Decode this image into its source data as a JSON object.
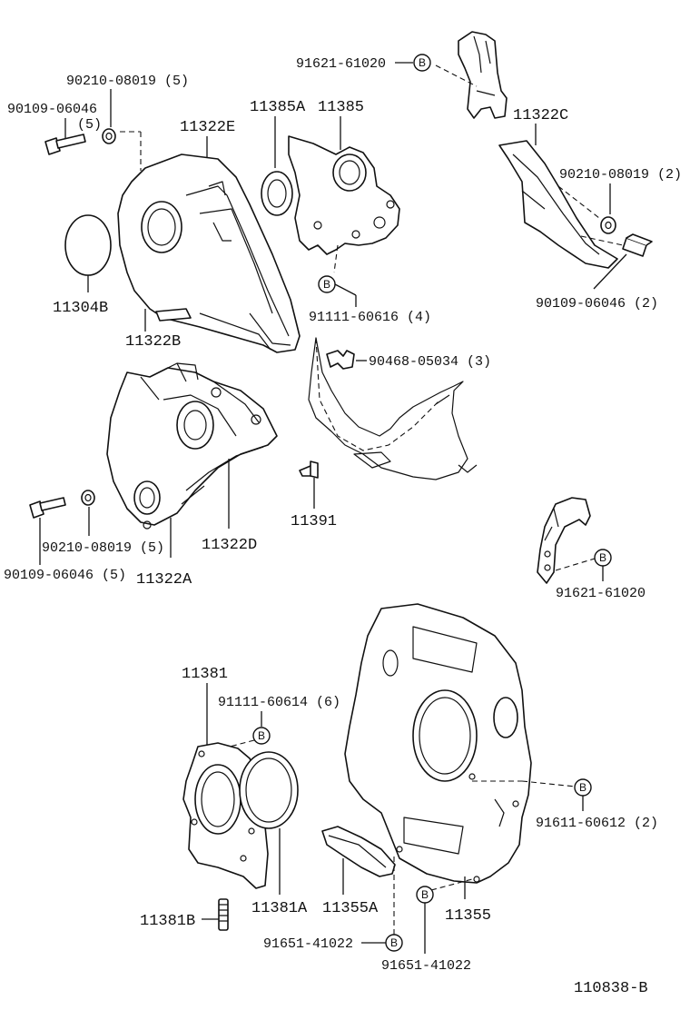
{
  "diagram_id": "110838-B",
  "ref_letter": "B",
  "labels": {
    "p91621_top": "91621-61020",
    "p90210_tl": "90210-08019 (5)",
    "p90109_tl": "90109-06046",
    "p90109_tl_qty": "(5)",
    "p11385A": "11385A",
    "p11385": "11385",
    "p11322E": "11322E",
    "p11322C": "11322C",
    "p90210_r": "90210-08019 (2)",
    "p90109_r": "90109-06046 (2)",
    "p11304B": "11304B",
    "p11322B": "11322B",
    "p91111_616": "91111-60616 (4)",
    "p90468": "90468-05034 (3)",
    "p11391": "11391",
    "p11322D": "11322D",
    "p90210_bl": "90210-08019 (5)",
    "p90109_bl": "90109-06046 (5)",
    "p11322A": "11322A",
    "p91621_r": "91621-61020",
    "p11381": "11381",
    "p91111_614": "91111-60614 (6)",
    "p91611": "91611-60612 (2)",
    "p11381A": "11381A",
    "p11355A": "11355A",
    "p11355": "11355",
    "p11381B": "11381B",
    "p91651_a": "91651-41022",
    "p91651_b": "91651-41022"
  }
}
